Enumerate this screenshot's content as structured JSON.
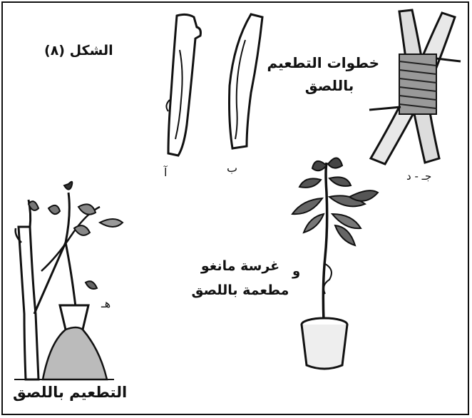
{
  "figure": {
    "number_label": "الشكل (٨)",
    "title_line1": "خطوات التطعيم",
    "title_line2": "باللصق"
  },
  "panels": {
    "a_label": "آ",
    "b_label": "ب",
    "cd_label": "جـ - د",
    "h_label": "هـ",
    "w_label": "و",
    "w_caption_line1": "غرسة مانغو",
    "w_caption_line2": "مطعمة باللصق"
  },
  "bottom_caption": "التطعيم باللصق"
}
